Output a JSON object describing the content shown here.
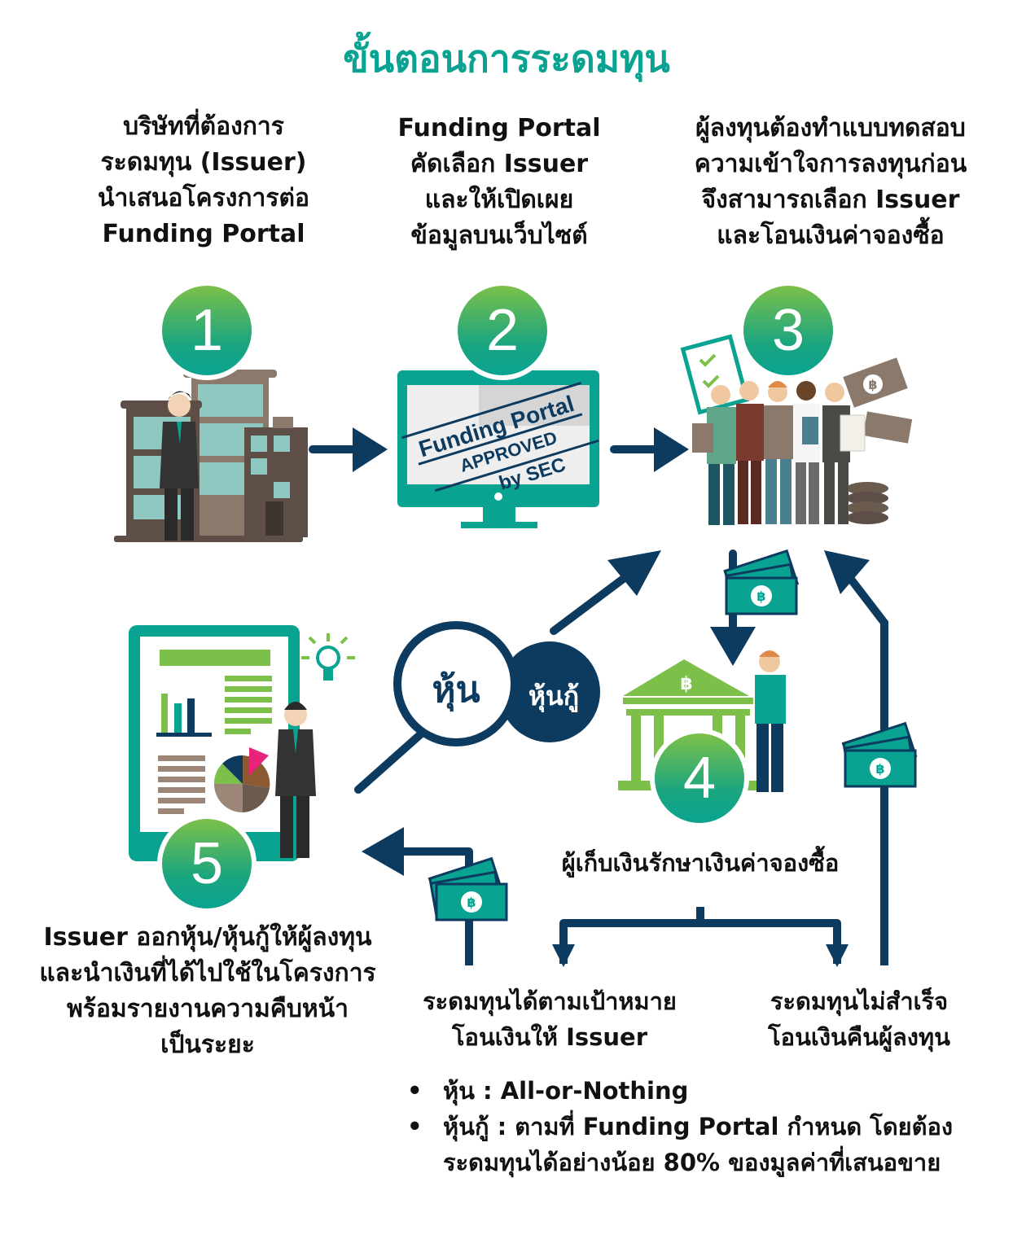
{
  "title": "ขั้นตอนการระดมทุน",
  "colors": {
    "accent": "#0aa391",
    "green": "#7cc04a",
    "navy": "#0d3b60",
    "brown": "#8b7a6b"
  },
  "steps": [
    {
      "number": "1",
      "lines": [
        "บริษัทที่ต้องการ",
        "ระดมทุน (Issuer)",
        "นำเสนอโครงการต่อ",
        "Funding Portal"
      ],
      "icon": "office-building-businessman"
    },
    {
      "number": "2",
      "lines": [
        "Funding Portal",
        "คัดเลือก Issuer",
        "และให้เปิดเผย",
        "ข้อมูลบนเว็บไซต์"
      ],
      "icon": "monitor-approved-stamp",
      "stamp": [
        "Funding Portal",
        "APPROVED",
        "by SEC"
      ]
    },
    {
      "number": "3",
      "lines": [
        "ผู้ลงทุนต้องทำแบบทดสอบ",
        "ความเข้าใจการลงทุนก่อน",
        "จึงสามารถเลือก Issuer",
        "และโอนเงินค่าจองซื้อ"
      ],
      "icon": "investors-group"
    },
    {
      "number": "4",
      "lines": [
        "ผู้เก็บเงินรักษาเงินค่าจองซื้อ"
      ],
      "icon": "bank-custodian"
    },
    {
      "number": "5",
      "lines": [
        "Issuer ออกหุ้น/หุ้นกู้ให้ผู้ลงทุน",
        "และนำเงินที่ได้ไปใช้ในโครงการ",
        "พร้อมรายงานความคืบหน้า",
        "เป็นระยะ"
      ],
      "icon": "report-presentation"
    }
  ],
  "securities": {
    "stock": "หุ้น",
    "debenture": "หุ้นกู้"
  },
  "outcomes": {
    "success": [
      "ระดมทุนได้ตามเป้าหมาย",
      "โอนเงินให้ Issuer"
    ],
    "failure": [
      "ระดมทุนไม่สำเร็จ",
      "โอนเงินคืนผู้ลงทุน"
    ]
  },
  "currency_symbol": "฿",
  "notes": [
    {
      "lines": [
        "หุ้น : All-or-Nothing"
      ]
    },
    {
      "lines": [
        "หุ้นกู้ : ตามที่ Funding Portal กำหนด โดยต้อง",
        "ระดมทุนได้อย่างน้อย 80% ของมูลค่าที่เสนอขาย"
      ]
    }
  ]
}
